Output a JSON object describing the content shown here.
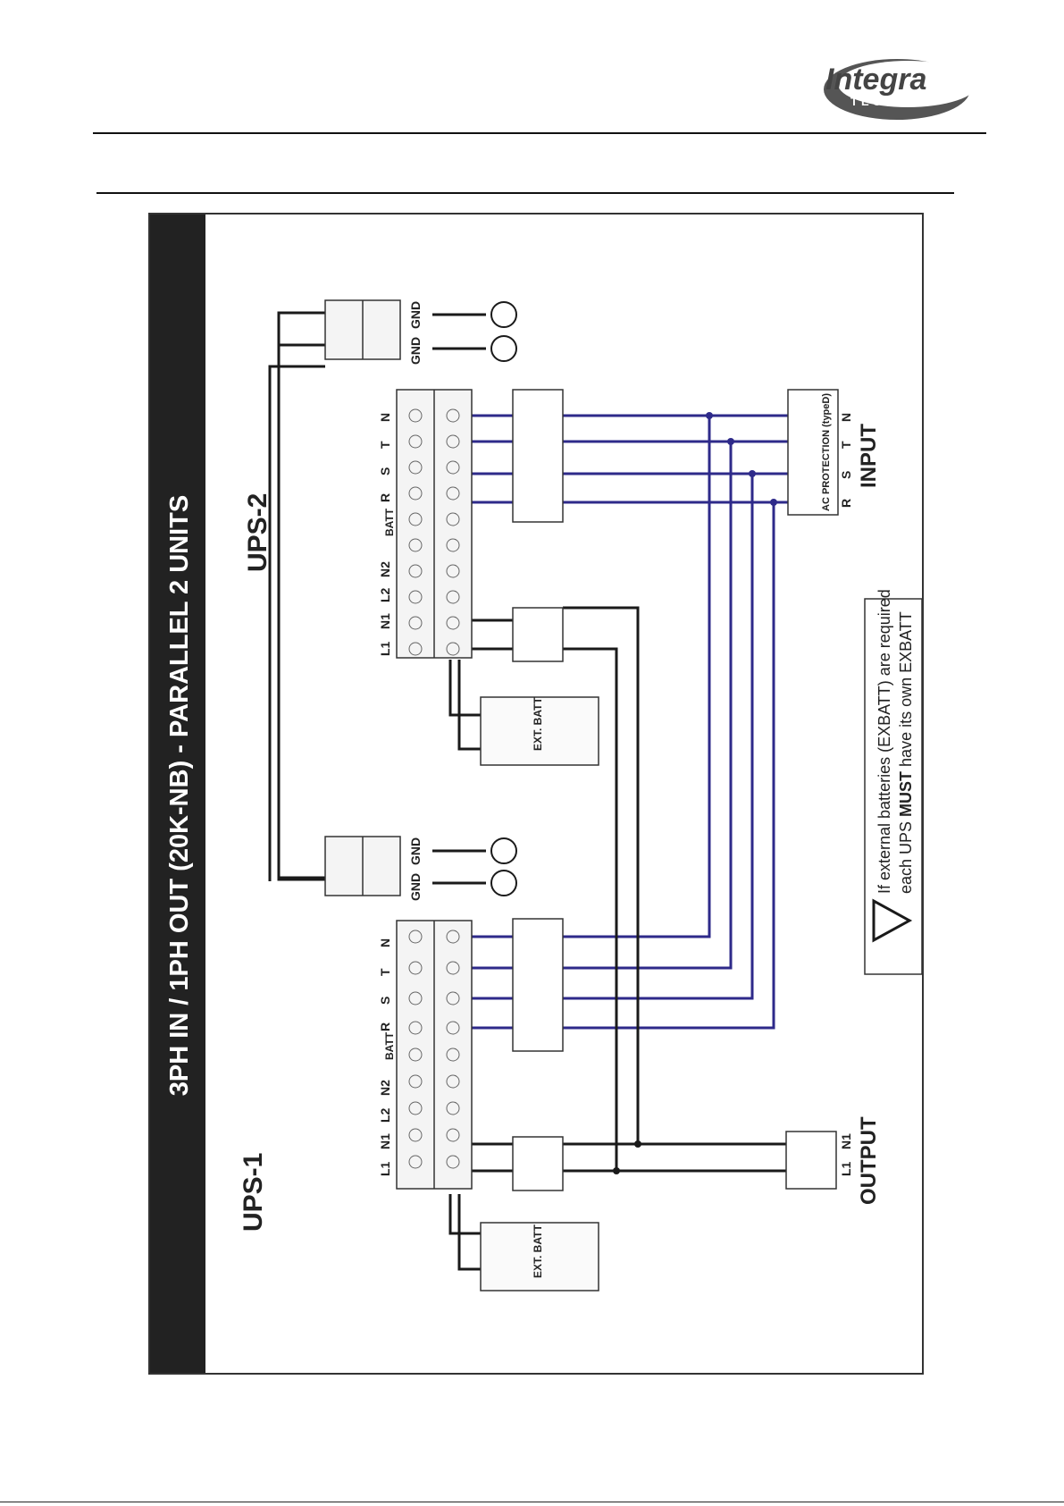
{
  "logo": {
    "word": "Integra",
    "sub": "TECH"
  },
  "diagram": {
    "title": "3PH IN / 1PH OUT  (20K-NB)  - PARALLEL 2 UNITS",
    "ups1_label": "UPS-1",
    "ups2_label": "UPS-2",
    "batt_label": "BATT",
    "terminal_labels": [
      "L1",
      "N1",
      "L2",
      "N2",
      "R",
      "S",
      "T",
      "N"
    ],
    "gnd_labels": [
      "GND",
      "GND"
    ],
    "ext_batt_label": "EXT. BATT",
    "input_label": "INPUT",
    "input_phases": [
      "R",
      "S",
      "T",
      "N"
    ],
    "ac_protection_label": "AC PROTECTION (typeD)",
    "output_label": "OUTPUT",
    "output_phases": [
      "L1",
      "N1"
    ],
    "warning_line1": "If external batteries (EXBATT) are required",
    "warning_line2_pre": "each UPS ",
    "warning_line2_bold": "MUST",
    "warning_line2_post": " have its own EXBATT",
    "colors": {
      "wire_blue": "#2e2a8a",
      "wire_black": "#1a1a1a",
      "band": "#222222"
    }
  }
}
